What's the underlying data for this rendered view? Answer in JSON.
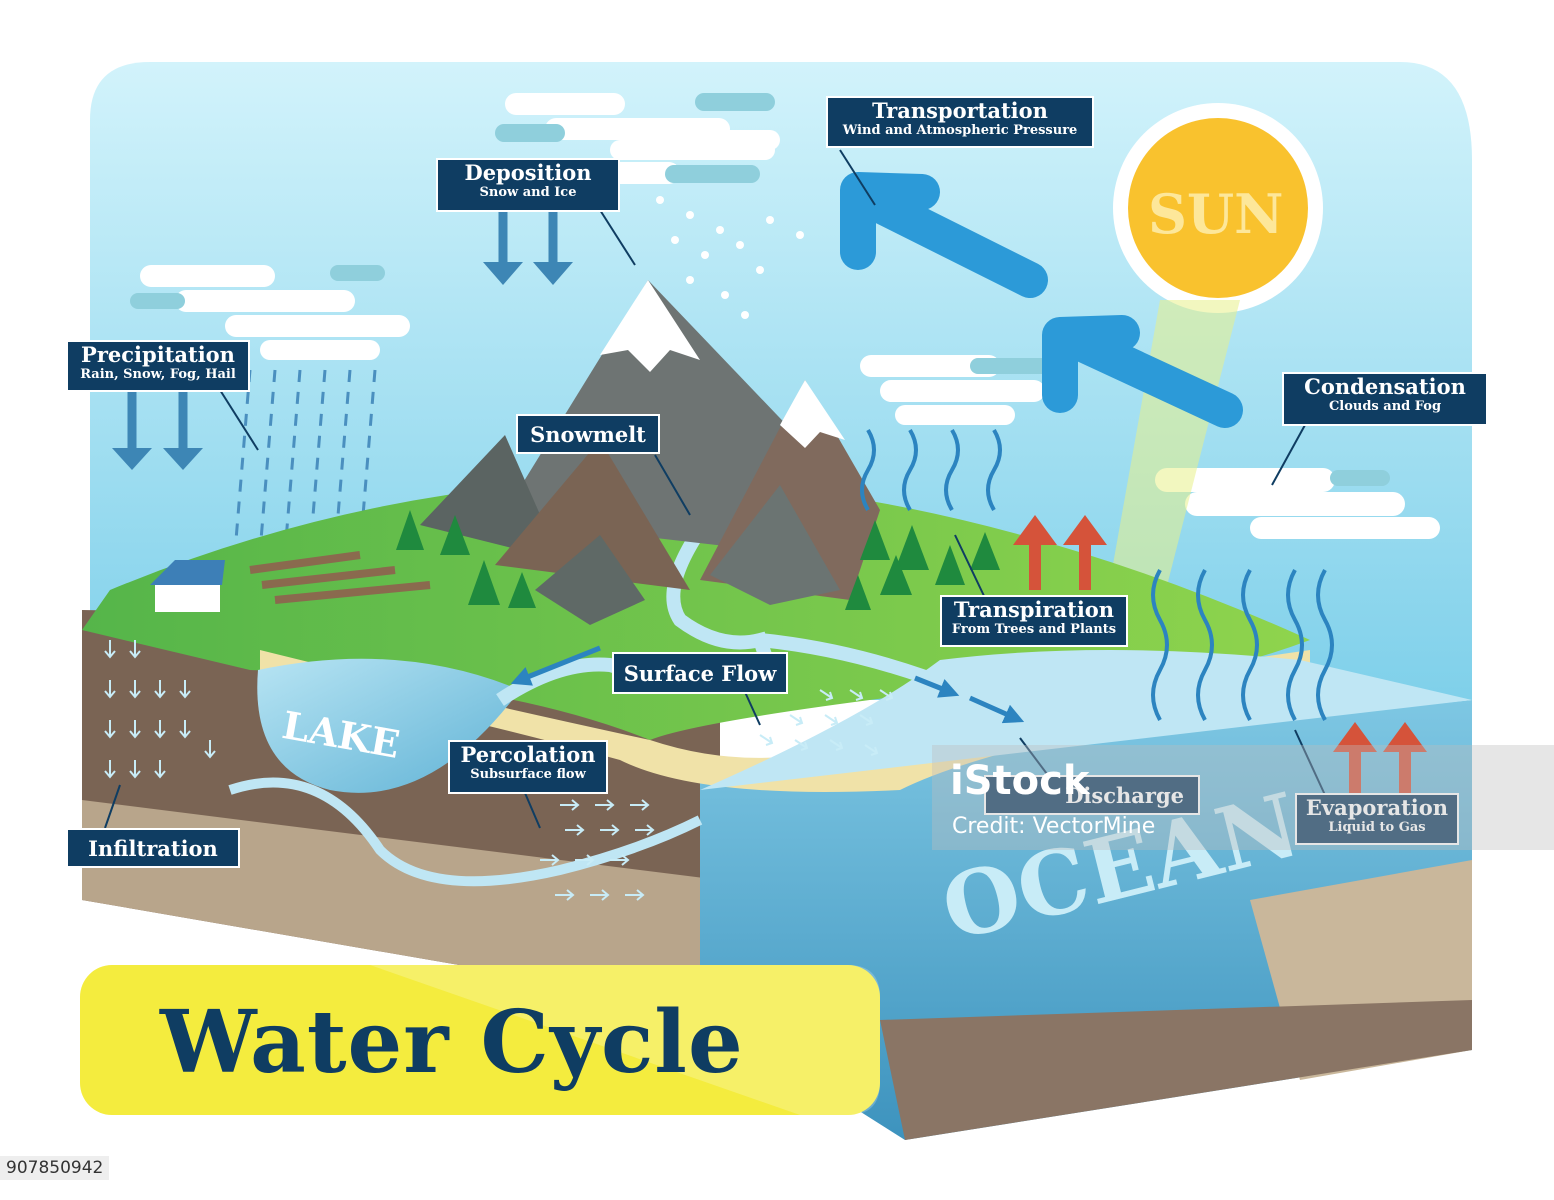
{
  "title": "Water Cycle",
  "sun_label": "SUN",
  "lake_label": "LAKE",
  "ocean_label": "OCEAN",
  "labels": {
    "transportation": {
      "title": "Transportation",
      "sub": "Wind and Atmospheric Pressure"
    },
    "deposition": {
      "title": "Deposition",
      "sub": "Snow and Ice"
    },
    "precipitation": {
      "title": "Precipitation",
      "sub": "Rain, Snow, Fog, Hail"
    },
    "condensation": {
      "title": "Condensation",
      "sub": "Clouds and Fog"
    },
    "snowmelt": {
      "title": "Snowmelt"
    },
    "transpiration": {
      "title": "Transpiration",
      "sub": "From Trees and Plants"
    },
    "surface_flow": {
      "title": "Surface Flow"
    },
    "percolation": {
      "title": "Percolation",
      "sub": "Subsurface flow"
    },
    "infiltration": {
      "title": "Infiltration"
    },
    "discharge": {
      "title": "Discharge"
    },
    "evaporation": {
      "title": "Evaporation",
      "sub": "Liquid to Gas"
    }
  },
  "watermark": {
    "brand": "iStock",
    "credit": "Credit: VectorMine"
  },
  "image_id": "907850942",
  "colors": {
    "label_bg": "#0f3d62",
    "title_text": "#0f3d62",
    "title_band": "#f4ec3e",
    "sky": "#c6edf8",
    "sun": "#f9c22e",
    "ocean": "#4fa8cc",
    "ground": "#7a6454",
    "grass": "#6cc24a"
  }
}
